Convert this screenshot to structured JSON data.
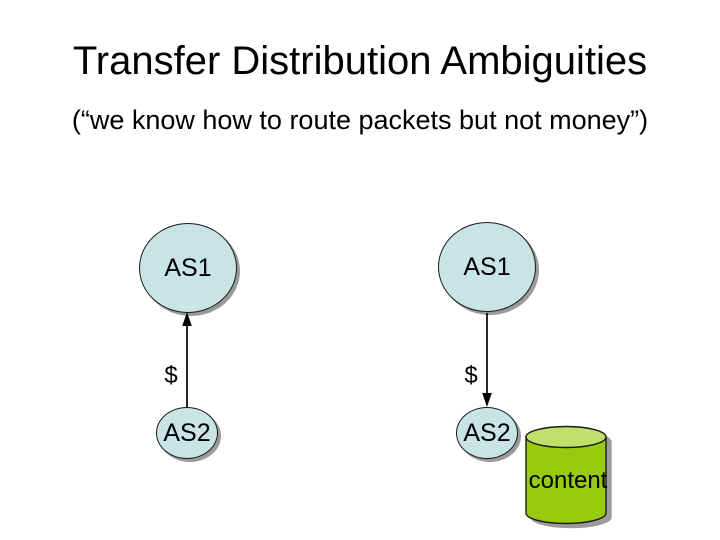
{
  "slide": {
    "title": "Transfer Distribution Ambiguities",
    "subtitle": "(“we know how to route packets but not money”)"
  },
  "diagram": {
    "left_pair": {
      "top_node": {
        "label": "AS1"
      },
      "bottom_node": {
        "label": "AS2"
      },
      "edge": {
        "label": "$",
        "direction": "up"
      }
    },
    "right_pair": {
      "top_node": {
        "label": "AS1"
      },
      "bottom_node": {
        "label": "AS2"
      },
      "edge": {
        "label": "$",
        "direction": "down"
      }
    },
    "database": {
      "label": "content"
    }
  },
  "colors": {
    "background": "#ffffff",
    "text": "#000000",
    "node_fill": "#c9e4e7",
    "node_border": "#1a1a1a",
    "shape_shadow": "#9b9b9b",
    "cylinder_body": "#97cb0e",
    "cylinder_top": "#c3df6b"
  }
}
